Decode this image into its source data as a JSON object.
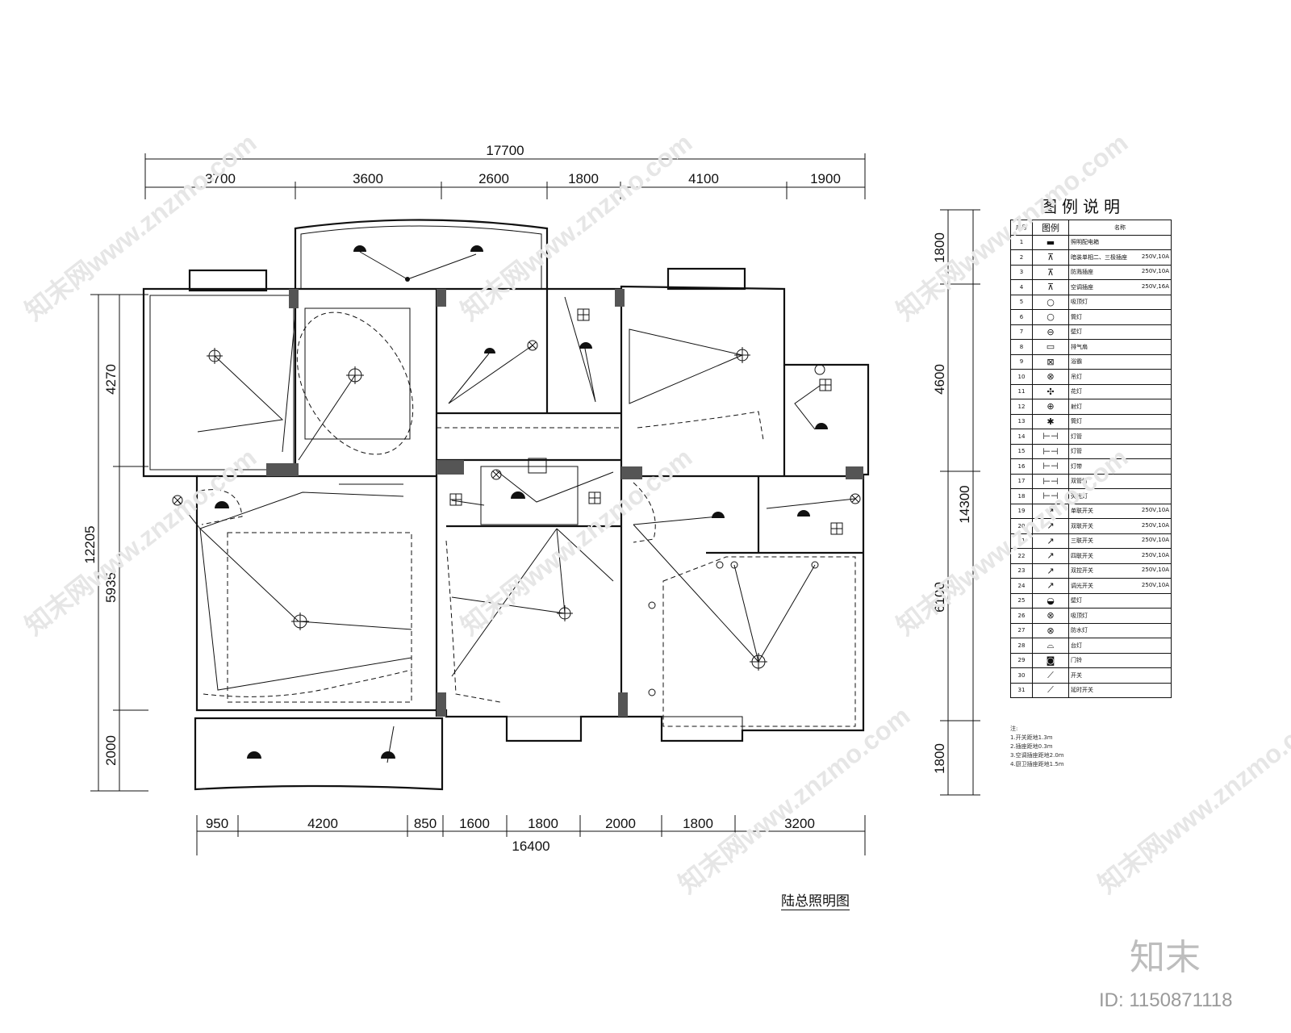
{
  "dimensions": {
    "top_total": "17700",
    "top_segments": [
      "3700",
      "3600",
      "2600",
      "1800",
      "4100",
      "1900"
    ],
    "bottom_total": "16400",
    "bottom_segments": [
      "950",
      "4200",
      "850",
      "1600",
      "1800",
      "2000",
      "1800",
      "3200"
    ],
    "left_total": "12205",
    "left_segments": [
      "4270",
      "5935",
      "2000"
    ],
    "right_total": "14300",
    "right_segments": [
      "1800",
      "4600",
      "6100",
      "1800"
    ]
  },
  "legend": {
    "title": "图例说明",
    "header": [
      "序号",
      "图例",
      "名称"
    ],
    "rows": [
      {
        "num": "1",
        "sym": "▬",
        "name": "照明配电箱",
        "spec": ""
      },
      {
        "num": "2",
        "sym": "⊼",
        "name": "暗装单相二、三极插座",
        "spec": "250V,10A"
      },
      {
        "num": "3",
        "sym": "⊼",
        "name": "防溅插座",
        "spec": "250V,10A"
      },
      {
        "num": "4",
        "sym": "⊼",
        "name": "空调插座",
        "spec": "250V,16A"
      },
      {
        "num": "5",
        "sym": "○",
        "name": "吸顶灯",
        "spec": ""
      },
      {
        "num": "6",
        "sym": "○",
        "name": "筒灯",
        "spec": ""
      },
      {
        "num": "7",
        "sym": "⊖",
        "name": "壁灯",
        "spec": ""
      },
      {
        "num": "8",
        "sym": "▭",
        "name": "排气扇",
        "spec": ""
      },
      {
        "num": "9",
        "sym": "⊠",
        "name": "浴霸",
        "spec": ""
      },
      {
        "num": "10",
        "sym": "⊗",
        "name": "吊灯",
        "spec": ""
      },
      {
        "num": "11",
        "sym": "✣",
        "name": "花灯",
        "spec": ""
      },
      {
        "num": "12",
        "sym": "⊕",
        "name": "射灯",
        "spec": ""
      },
      {
        "num": "13",
        "sym": "✱",
        "name": "筒灯",
        "spec": ""
      },
      {
        "num": "14",
        "sym": "⊢⊣",
        "name": "灯管",
        "spec": ""
      },
      {
        "num": "15",
        "sym": "⊢⊣",
        "name": "灯管",
        "spec": ""
      },
      {
        "num": "16",
        "sym": "⊢⊣",
        "name": "灯带",
        "spec": ""
      },
      {
        "num": "17",
        "sym": "⊢⊣",
        "name": "双管灯",
        "spec": ""
      },
      {
        "num": "18",
        "sym": "⊢⊣",
        "name": "荧光灯",
        "spec": ""
      },
      {
        "num": "19",
        "sym": "↗",
        "name": "单联开关",
        "spec": "250V,10A"
      },
      {
        "num": "20",
        "sym": "↗",
        "name": "双联开关",
        "spec": "250V,10A"
      },
      {
        "num": "21",
        "sym": "↗",
        "name": "三联开关",
        "spec": "250V,10A"
      },
      {
        "num": "22",
        "sym": "↗",
        "name": "四联开关",
        "spec": "250V,10A"
      },
      {
        "num": "23",
        "sym": "↗",
        "name": "双控开关",
        "spec": "250V,10A"
      },
      {
        "num": "24",
        "sym": "↗",
        "name": "调光开关",
        "spec": "250V,10A"
      },
      {
        "num": "25",
        "sym": "◒",
        "name": "壁灯",
        "spec": ""
      },
      {
        "num": "26",
        "sym": "⊗",
        "name": "吸顶灯",
        "spec": ""
      },
      {
        "num": "27",
        "sym": "⊗",
        "name": "防水灯",
        "spec": ""
      },
      {
        "num": "28",
        "sym": "⌓",
        "name": "台灯",
        "spec": ""
      },
      {
        "num": "29",
        "sym": "◙",
        "name": "门铃",
        "spec": ""
      },
      {
        "num": "30",
        "sym": "⟋",
        "name": "开关",
        "spec": ""
      },
      {
        "num": "31",
        "sym": "⟋",
        "name": "延时开关",
        "spec": ""
      }
    ],
    "notes": [
      "注:",
      "1.开关距地1.3m",
      "2.插座距地0.3m",
      "3.空调插座距地2.0m",
      "4.厨卫插座距地1.5m"
    ]
  },
  "drawing_title": "陆总照明图",
  "brand": "知末",
  "image_id": "ID: 1150871118",
  "watermark": "知末网www.znzmo.com"
}
